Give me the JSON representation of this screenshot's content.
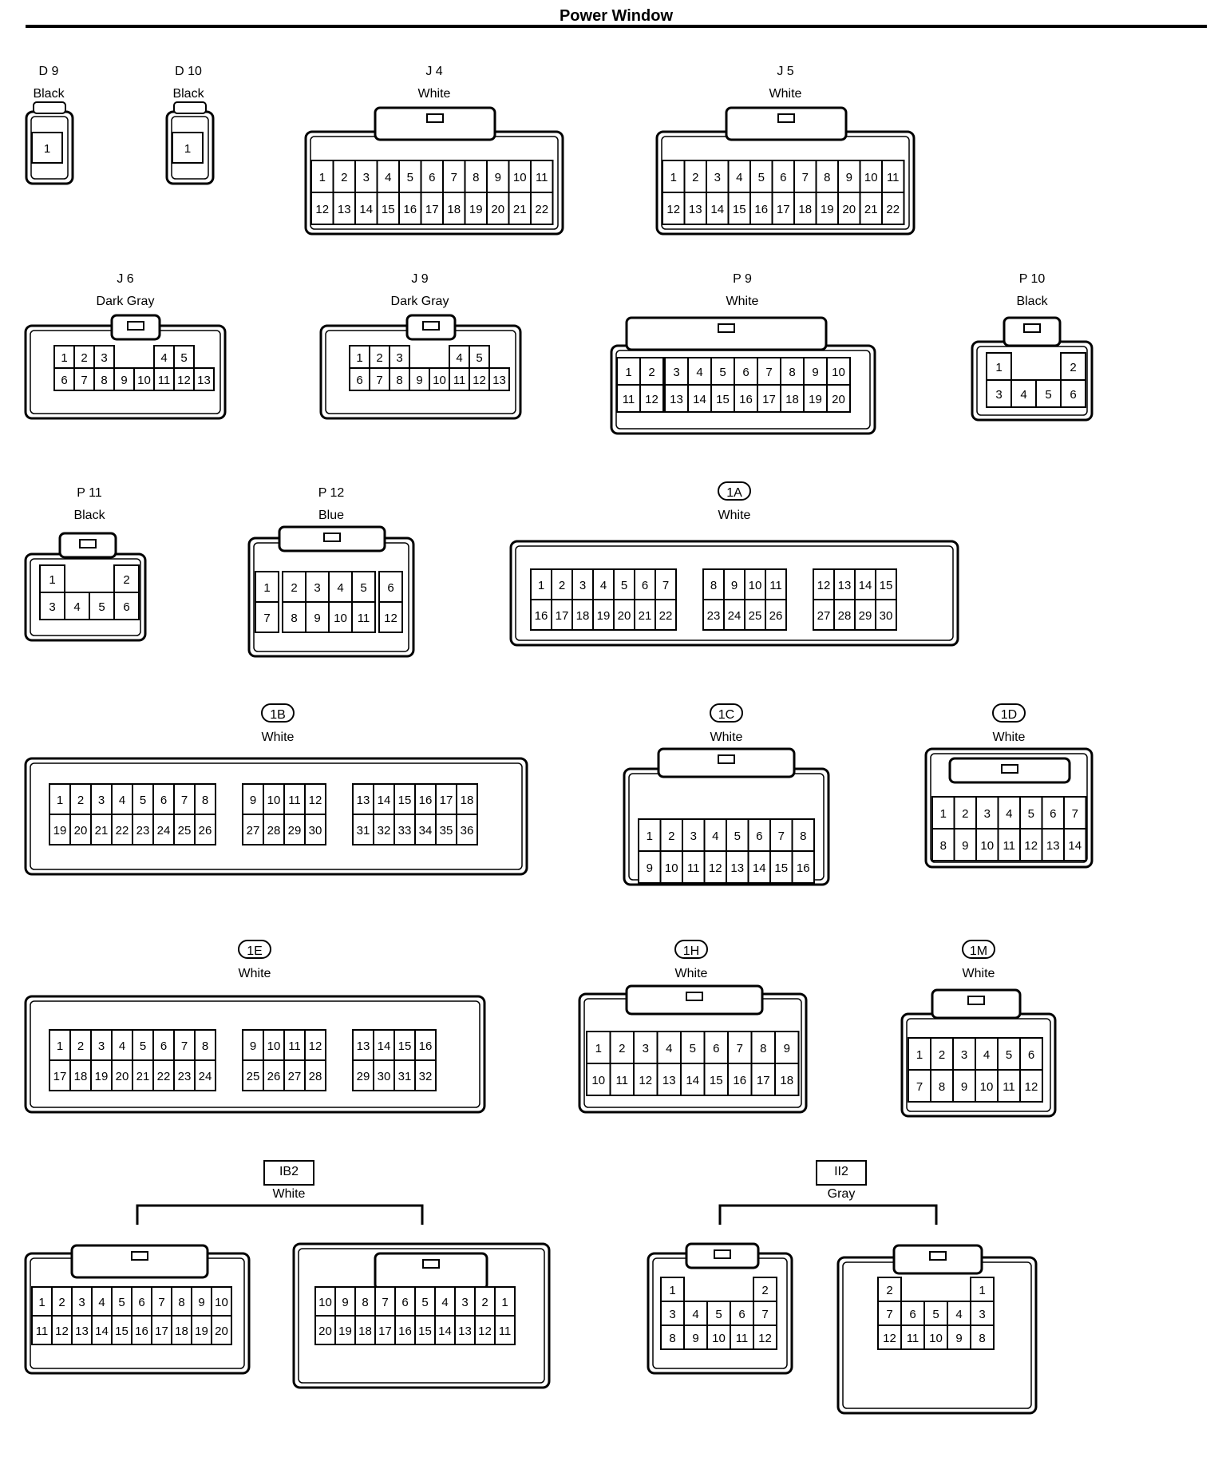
{
  "page_title": "Power Window",
  "connectors": [
    {
      "id": "D 9",
      "color": "Black",
      "rows": [
        [
          "1"
        ]
      ]
    },
    {
      "id": "D 10",
      "color": "Black",
      "rows": [
        [
          "1"
        ]
      ]
    },
    {
      "id": "J 4",
      "color": "White",
      "rows": [
        [
          "1",
          "2",
          "3",
          "4",
          "5",
          "6",
          "7",
          "8",
          "9",
          "10",
          "11"
        ],
        [
          "12",
          "13",
          "14",
          "15",
          "16",
          "17",
          "18",
          "19",
          "20",
          "21",
          "22"
        ]
      ]
    },
    {
      "id": "J 5",
      "color": "White",
      "rows": [
        [
          "1",
          "2",
          "3",
          "4",
          "5",
          "6",
          "7",
          "8",
          "9",
          "10",
          "11"
        ],
        [
          "12",
          "13",
          "14",
          "15",
          "16",
          "17",
          "18",
          "19",
          "20",
          "21",
          "22"
        ]
      ]
    },
    {
      "id": "J 6",
      "color": "Dark Gray",
      "rows": [
        [
          "1",
          "2",
          "3",
          "",
          "",
          "4",
          "5"
        ],
        [
          "6",
          "7",
          "8",
          "9",
          "10",
          "11",
          "12",
          "13"
        ]
      ]
    },
    {
      "id": "J 9",
      "color": "Dark Gray",
      "rows": [
        [
          "1",
          "2",
          "3",
          "",
          "",
          "4",
          "5"
        ],
        [
          "6",
          "7",
          "8",
          "9",
          "10",
          "11",
          "12",
          "13"
        ]
      ]
    },
    {
      "id": "P 9",
      "color": "White",
      "rows": [
        [
          "1",
          "2",
          "3",
          "4",
          "5",
          "6",
          "7",
          "8",
          "9",
          "10"
        ],
        [
          "11",
          "12",
          "13",
          "14",
          "15",
          "16",
          "17",
          "18",
          "19",
          "20"
        ]
      ]
    },
    {
      "id": "P 10",
      "color": "Black",
      "rows": [
        [
          "1",
          "",
          "2"
        ],
        [
          "3",
          "4",
          "5",
          "6"
        ]
      ]
    },
    {
      "id": "P 11",
      "color": "Black",
      "rows": [
        [
          "1",
          "",
          "2"
        ],
        [
          "3",
          "4",
          "5",
          "6"
        ]
      ]
    },
    {
      "id": "P 12",
      "color": "Blue",
      "rows": [
        [
          "1",
          "2",
          "3",
          "4",
          "5",
          "6"
        ],
        [
          "7",
          "8",
          "9",
          "10",
          "11",
          "12"
        ]
      ]
    },
    {
      "id": "1A",
      "color": "White",
      "rows": [
        [
          "1",
          "2",
          "3",
          "4",
          "5",
          "6",
          "7",
          "8",
          "9",
          "10",
          "11",
          "12",
          "13",
          "14",
          "15"
        ],
        [
          "16",
          "17",
          "18",
          "19",
          "20",
          "21",
          "22",
          "23",
          "24",
          "25",
          "26",
          "27",
          "28",
          "29",
          "30"
        ]
      ]
    },
    {
      "id": "1B",
      "color": "White",
      "rows": [
        [
          "1",
          "2",
          "3",
          "4",
          "5",
          "6",
          "7",
          "8",
          "9",
          "10",
          "11",
          "12",
          "13",
          "14",
          "15",
          "16",
          "17",
          "18"
        ],
        [
          "19",
          "20",
          "21",
          "22",
          "23",
          "24",
          "25",
          "26",
          "27",
          "28",
          "29",
          "30",
          "31",
          "32",
          "33",
          "34",
          "35",
          "36"
        ]
      ]
    },
    {
      "id": "1C",
      "color": "White",
      "rows": [
        [
          "1",
          "2",
          "3",
          "4",
          "5",
          "6",
          "7",
          "8"
        ],
        [
          "9",
          "10",
          "11",
          "12",
          "13",
          "14",
          "15",
          "16"
        ]
      ]
    },
    {
      "id": "1D",
      "color": "White",
      "rows": [
        [
          "1",
          "2",
          "3",
          "4",
          "5",
          "6",
          "7"
        ],
        [
          "8",
          "9",
          "10",
          "11",
          "12",
          "13",
          "14"
        ]
      ]
    },
    {
      "id": "1E",
      "color": "White",
      "rows": [
        [
          "1",
          "2",
          "3",
          "4",
          "5",
          "6",
          "7",
          "8",
          "9",
          "10",
          "11",
          "12",
          "13",
          "14",
          "15",
          "16"
        ],
        [
          "17",
          "18",
          "19",
          "20",
          "21",
          "22",
          "23",
          "24",
          "25",
          "26",
          "27",
          "28",
          "29",
          "30",
          "31",
          "32"
        ]
      ]
    },
    {
      "id": "1H",
      "color": "White",
      "rows": [
        [
          "1",
          "2",
          "3",
          "4",
          "5",
          "6",
          "7",
          "8",
          "9"
        ],
        [
          "10",
          "11",
          "12",
          "13",
          "14",
          "15",
          "16",
          "17",
          "18"
        ]
      ]
    },
    {
      "id": "1M",
      "color": "White",
      "rows": [
        [
          "1",
          "2",
          "3",
          "4",
          "5",
          "6"
        ],
        [
          "7",
          "8",
          "9",
          "10",
          "11",
          "12"
        ]
      ]
    },
    {
      "id": "IB2",
      "color": "White",
      "rows": [
        [
          "1",
          "2",
          "3",
          "4",
          "5",
          "6",
          "7",
          "8",
          "9",
          "10"
        ],
        [
          "11",
          "12",
          "13",
          "14",
          "15",
          "16",
          "17",
          "18",
          "19",
          "20"
        ]
      ]
    },
    {
      "id": "IB2",
      "color": "",
      "rows": [
        [
          "10",
          "9",
          "8",
          "7",
          "6",
          "5",
          "4",
          "3",
          "2",
          "1"
        ],
        [
          "20",
          "19",
          "18",
          "17",
          "16",
          "15",
          "14",
          "13",
          "12",
          "11"
        ]
      ]
    },
    {
      "id": "II2",
      "color": "Gray",
      "rows": [
        [
          "1",
          "2"
        ],
        [
          "3",
          "4",
          "5",
          "6",
          "7"
        ],
        [
          "8",
          "9",
          "10",
          "11",
          "12"
        ]
      ]
    },
    {
      "id": "II2",
      "color": "",
      "rows": [
        [
          "2",
          "1"
        ],
        [
          "7",
          "6",
          "5",
          "4",
          "3"
        ],
        [
          "12",
          "11",
          "10",
          "9",
          "8"
        ]
      ]
    }
  ]
}
